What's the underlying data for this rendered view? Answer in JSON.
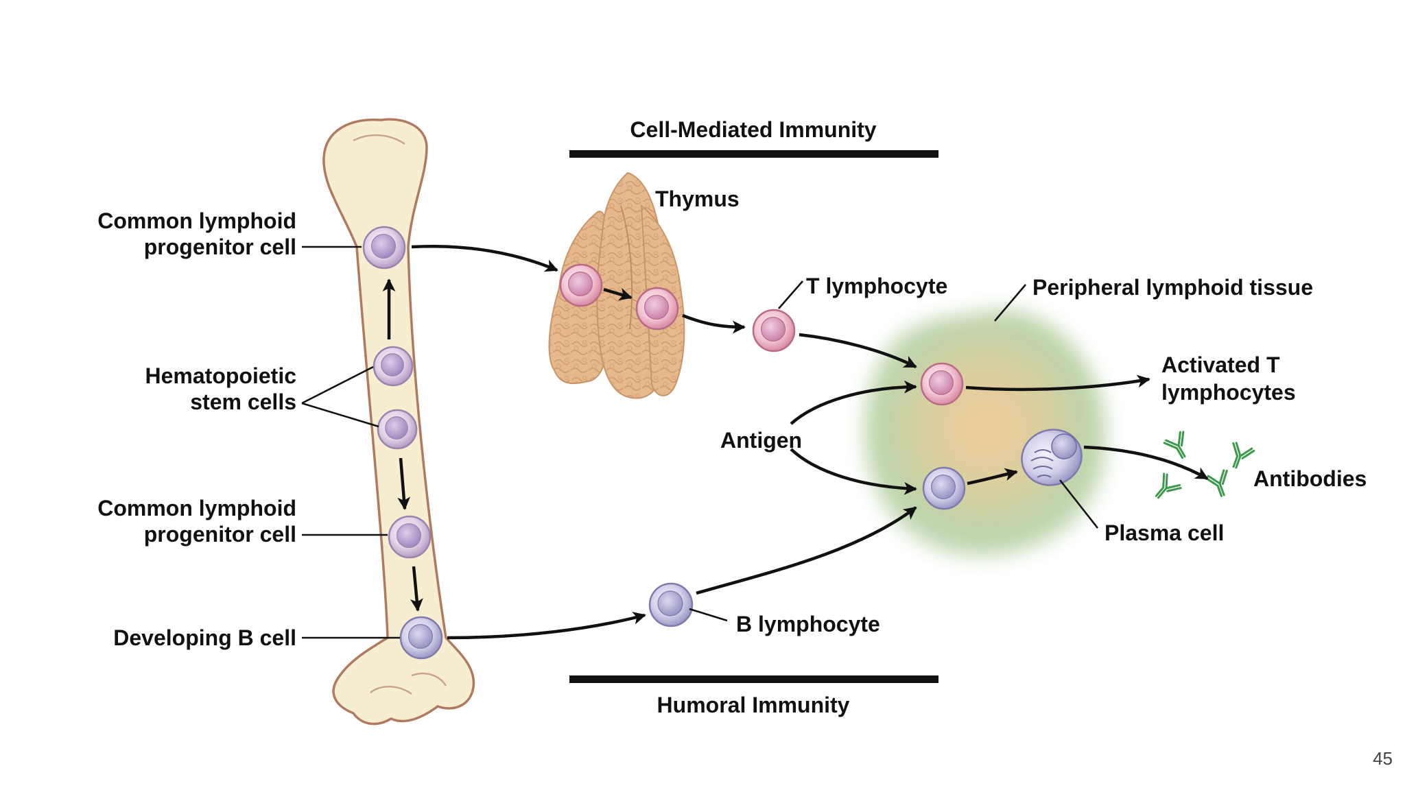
{
  "headers": {
    "cell_mediated": "Cell-Mediated Immunity",
    "humoral": "Humoral Immunity"
  },
  "labels": {
    "clp_top_1": "Common lymphoid",
    "clp_top_2": "progenitor cell",
    "hsc_1": "Hematopoietic",
    "hsc_2": "stem cells",
    "clp_bottom_1": "Common lymphoid",
    "clp_bottom_2": "progenitor cell",
    "developing_b": "Developing B cell",
    "thymus": "Thymus",
    "t_lymphocyte": "T lymphocyte",
    "peripheral_tissue": "Peripheral lymphoid tissue",
    "activated_t_1": "Activated T",
    "activated_t_2": "lymphocytes",
    "antigen": "Antigen",
    "antibodies": "Antibodies",
    "plasma_cell": "Plasma cell",
    "b_lymphocyte": "B lymphocyte"
  },
  "page_number": "45",
  "colors": {
    "bone": "#f7eed2",
    "bone_outline": "#b07a60",
    "thymus": "#e8bc91",
    "t_cell": "#f0c8d4",
    "b_cell": "#cfcde6",
    "tissue_green": "#b8d4a8",
    "tissue_core": "#f0c79a",
    "antibody": "#3a9a4a"
  },
  "icons": [
    "bone",
    "thymus",
    "cell",
    "plasma-cell",
    "antibody",
    "arrow"
  ]
}
